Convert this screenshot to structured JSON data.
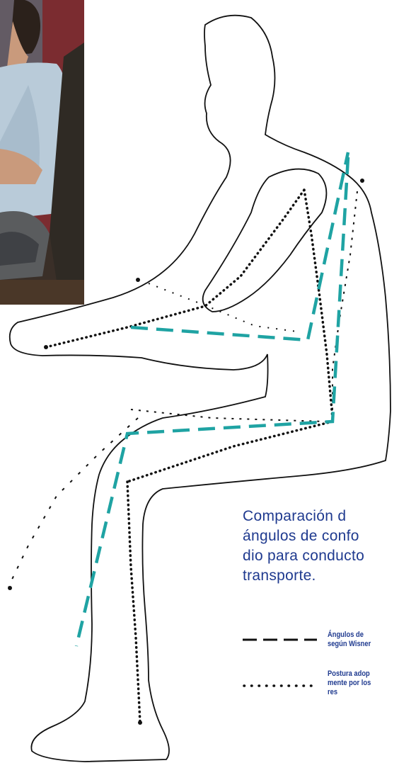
{
  "caption": {
    "line1": "Comparación  d",
    "line2": "ángulos de confo",
    "line3": "dio para conducto",
    "line4": "transporte."
  },
  "legend": [
    {
      "symbol": "dashed",
      "line1": "Ángulos  de",
      "line2": "según Wisner"
    },
    {
      "symbol": "dotted",
      "line1": "Postura adop",
      "line2": "mente por los",
      "line3": "res"
    }
  ],
  "colors": {
    "wisner_angles": "#1fa3a3",
    "caption_text": "#1f3a8f",
    "outline": "#111111"
  }
}
